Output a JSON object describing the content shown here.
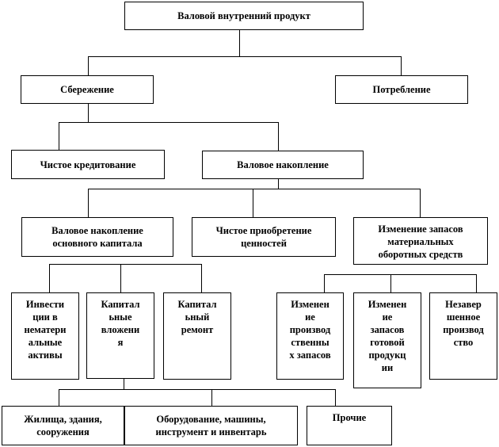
{
  "nodes": {
    "gdp": "Валовой внутренний продукт",
    "savings": "Сбережение",
    "consumption": "Потребление",
    "net_lending": "Чистое кредитование",
    "gross_accumulation": "Валовое накопление",
    "gross_fixed_capital": "Валовое накопление\nосновного капитала",
    "net_acquisition_valuables": "Чистое приобретение\nценностей",
    "inventory_change": "Изменение запасов\nматериальных\nоборотных средств",
    "intangible_investments": "Инвести\nции в\nнематери\nальные\nактивы",
    "capital_investments": "Капитал\nьные\nвложени\nя",
    "capital_repair": "Капитал\nьный\nремонт",
    "production_inventory_change": "Изменен\nие\nпроизвод\nственны\nх запасов",
    "finished_goods_change": "Изменен\nие\nзапасов\nготовой\nпродукц\nии",
    "work_in_progress": "Незавер\nшенное\nпроизвод\nство",
    "housing_buildings": "Жилища, здания,\nсооружения",
    "equipment": "Оборудование, машины,\nинструмент и инвентарь",
    "other": "Прочие"
  }
}
